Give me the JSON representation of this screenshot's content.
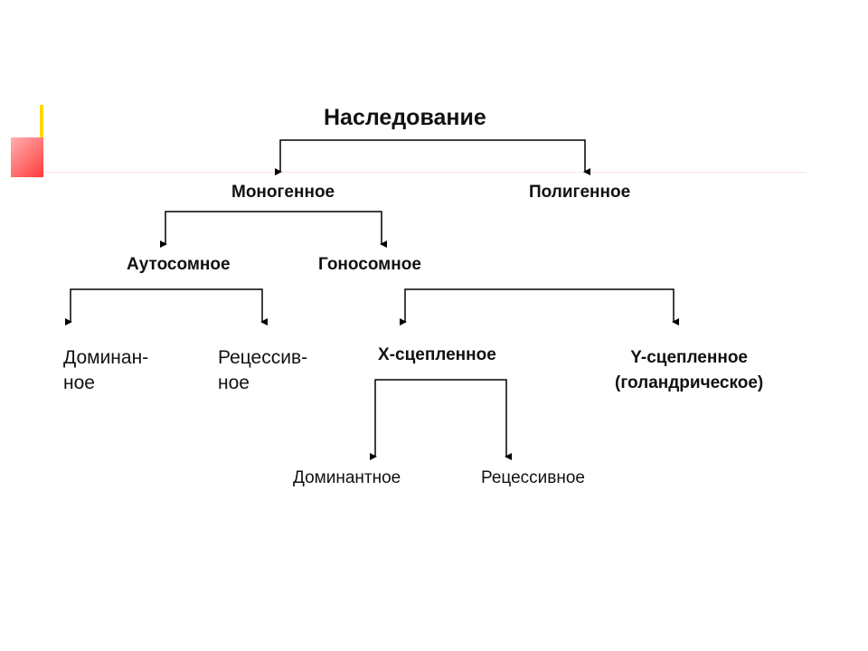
{
  "colors": {
    "accent_yellow": "#ffd700",
    "accent_red": "#ff3b3b",
    "line": "#000000",
    "text": "#111111"
  },
  "nodes": {
    "root": "Наследование",
    "monogenic": "Моногенное",
    "polygenic": "Полигенное",
    "autosomal": "Аутосомное",
    "gonosomal": "Гоносомное",
    "dominant": {
      "line1": "Доминан-",
      "line2": "ное"
    },
    "recessive": {
      "line1": "Рецессив-",
      "line2": "ное"
    },
    "x_linked": "X-сцепленное",
    "y_linked": {
      "line1": "Y-сцепленное",
      "line2": "(голандрическое)"
    },
    "x_dominant": "Доминантное",
    "x_recessive": "Рецессивное"
  }
}
